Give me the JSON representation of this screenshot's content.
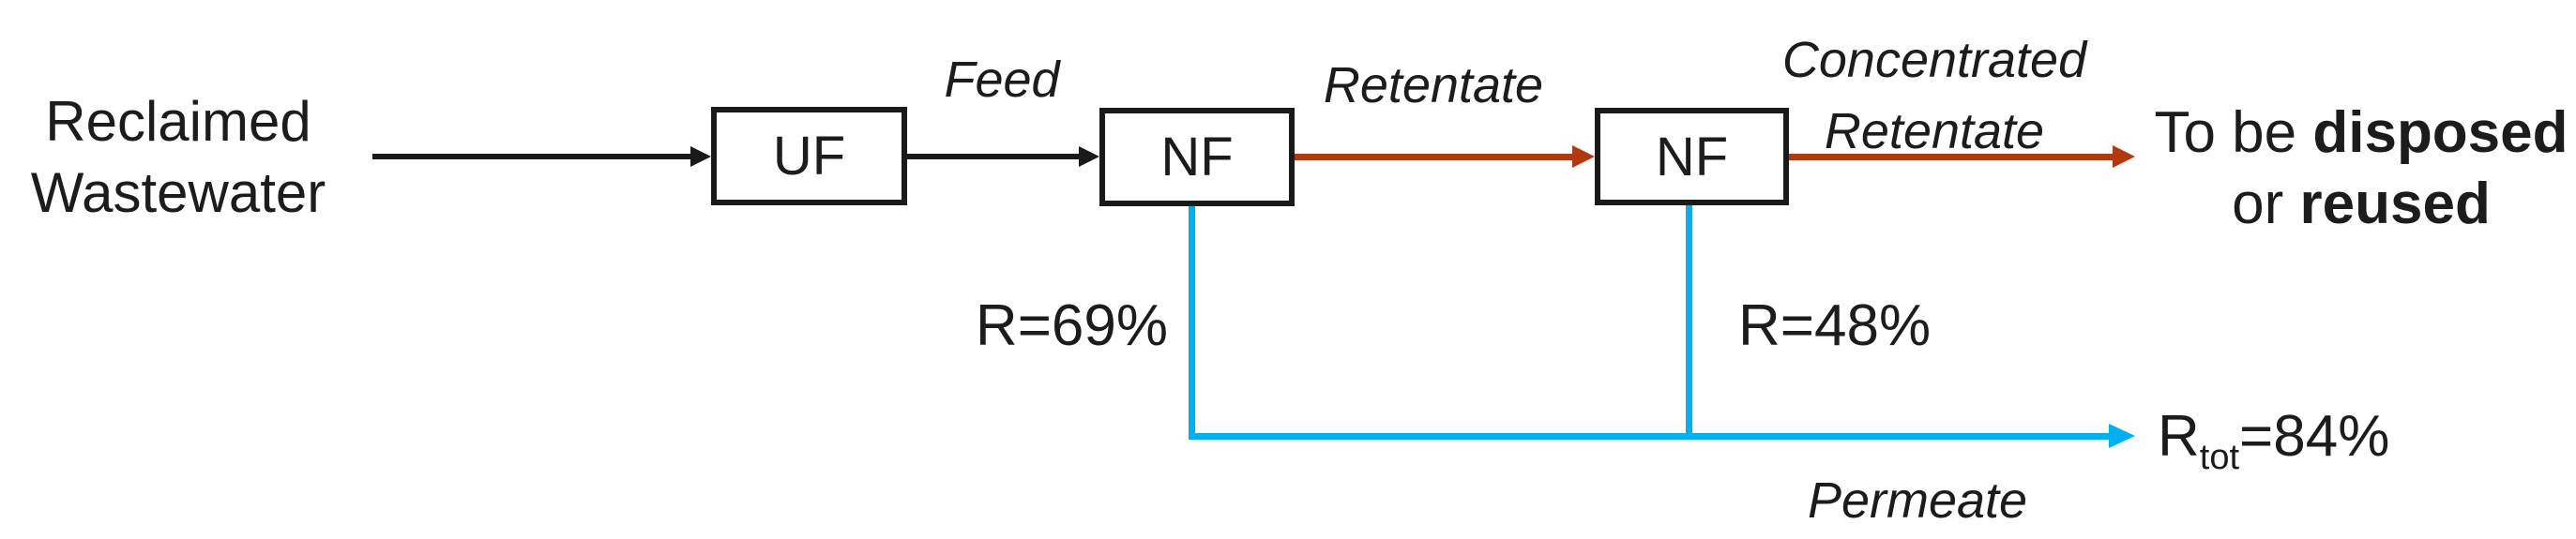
{
  "source": {
    "line1": "Reclaimed",
    "line2": "Wastewater"
  },
  "units": {
    "uf": "UF",
    "nf1": "NF",
    "nf2": "NF"
  },
  "streams": {
    "feed": "Feed",
    "retentate": "Retentate",
    "concentrated_line1": "Concentrated",
    "concentrated_line2": "Retentate",
    "permeate": "Permeate"
  },
  "recoveries": {
    "nf1": "R=69%",
    "nf2": "R=48%",
    "total_base": "R",
    "total_sub": "tot",
    "total_value": "=84%"
  },
  "destination": {
    "line1_normal": "To be ",
    "line1_bold": "disposed",
    "line2_normal": "or ",
    "line2_bold": "reused"
  },
  "colors": {
    "line_black": "#1a1a1a",
    "retentate_red": "#B2390D",
    "permeate_blue": "#00B0F0"
  }
}
